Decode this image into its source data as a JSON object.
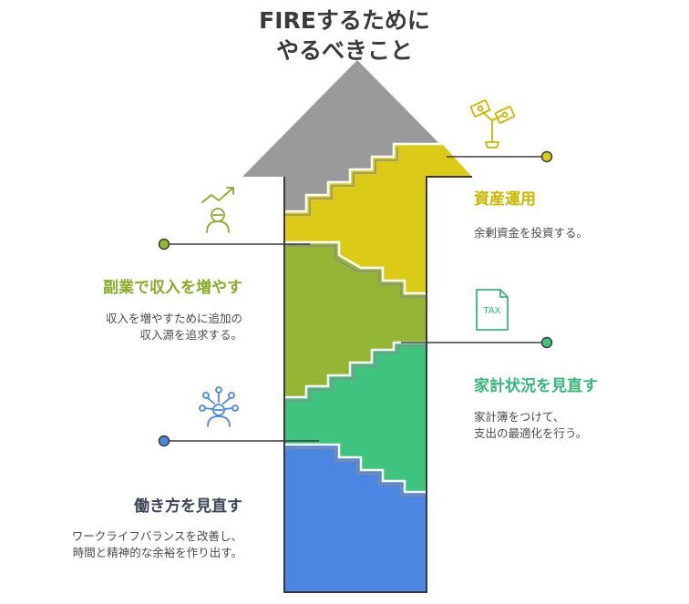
{
  "title": {
    "line1": "FIREするために",
    "line2": "やるべきこと"
  },
  "colors": {
    "arrow_head": "#9a9a9a",
    "asset": "#dcca18",
    "side_income": "#95b534",
    "household": "#3ec47f",
    "work_style": "#4b86e3",
    "text_dark": "#3d4556",
    "step_shadow": "#8c8c8c"
  },
  "steps": [
    {
      "id": "asset",
      "heading": "資産運用",
      "desc": [
        "余剰資金を投資する。"
      ],
      "icon": "money-plant-icon",
      "color": "#c9b500"
    },
    {
      "id": "side_income",
      "heading": "副業で収入を増やす",
      "desc": [
        "収入を増やすために追加の",
        "収入源を追求する。"
      ],
      "icon": "growth-person-icon",
      "color": "#8aaa2e"
    },
    {
      "id": "household",
      "heading": "家計状況を見直す",
      "desc": [
        "家計簿をつけて、",
        "支出の最適化を行う。"
      ],
      "icon": "tax-document-icon",
      "color": "#3ab67c"
    },
    {
      "id": "work_style",
      "heading": "働き方を見直す",
      "desc": [
        "ワークライフバランスを改善し、",
        "時間と精神的な余裕を作り出す。"
      ],
      "icon": "network-person-icon",
      "color": "#3d4556"
    }
  ]
}
